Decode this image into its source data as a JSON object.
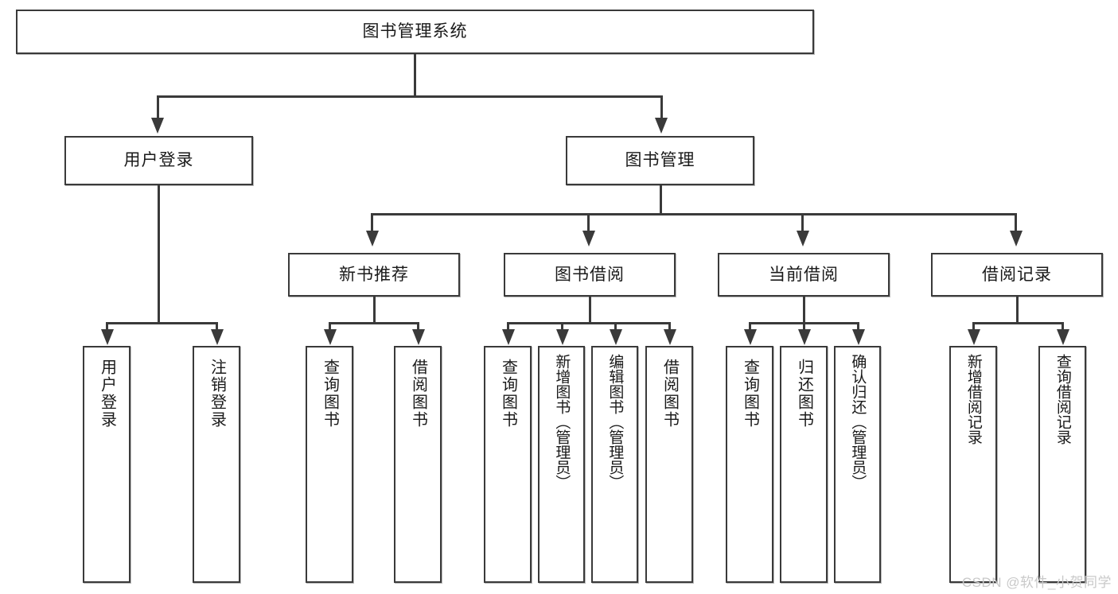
{
  "diagram": {
    "type": "tree-hierarchy",
    "title": "图书管理系统",
    "watermark": "CSDN @软件_小贺同学",
    "colors": {
      "box_border": "#3a3a3a",
      "box_fill": "#ffffff",
      "line": "#3a3a3a",
      "text": "#1a1a1a",
      "watermark": "#c9c9c9"
    },
    "root": {
      "label": "图书管理系统"
    },
    "level2": [
      {
        "id": "user-login",
        "label": "用户登录"
      },
      {
        "id": "book-management",
        "label": "图书管理"
      }
    ],
    "level3": [
      {
        "id": "new-book-recommend",
        "label": "新书推荐"
      },
      {
        "id": "book-borrow",
        "label": "图书借阅"
      },
      {
        "id": "current-borrow",
        "label": "当前借阅"
      },
      {
        "id": "borrow-record",
        "label": "借阅记录"
      }
    ],
    "leaves": {
      "user_login": [
        {
          "id": "leaf-user-login",
          "label": "用户登录"
        },
        {
          "id": "leaf-logout-login",
          "label": "注销登录"
        }
      ],
      "new_book_recommend": [
        {
          "id": "leaf-query-book-1",
          "label": "查询图书"
        },
        {
          "id": "leaf-borrow-book-1",
          "label": "借阅图书"
        }
      ],
      "book_borrow": [
        {
          "id": "leaf-query-book-2",
          "label": "查询图书"
        },
        {
          "id": "leaf-add-book",
          "label": "新增图书（管理员）"
        },
        {
          "id": "leaf-edit-book",
          "label": "编辑图书（管理员）"
        },
        {
          "id": "leaf-borrow-book-2",
          "label": "借阅图书"
        }
      ],
      "current_borrow": [
        {
          "id": "leaf-query-book-3",
          "label": "查询图书"
        },
        {
          "id": "leaf-return-book",
          "label": "归还图书"
        },
        {
          "id": "leaf-confirm-return",
          "label": "确认归还（管理员）"
        }
      ],
      "borrow_record": [
        {
          "id": "leaf-add-record",
          "label": "新增借阅记录"
        },
        {
          "id": "leaf-query-record",
          "label": "查询借阅记录"
        }
      ]
    }
  }
}
